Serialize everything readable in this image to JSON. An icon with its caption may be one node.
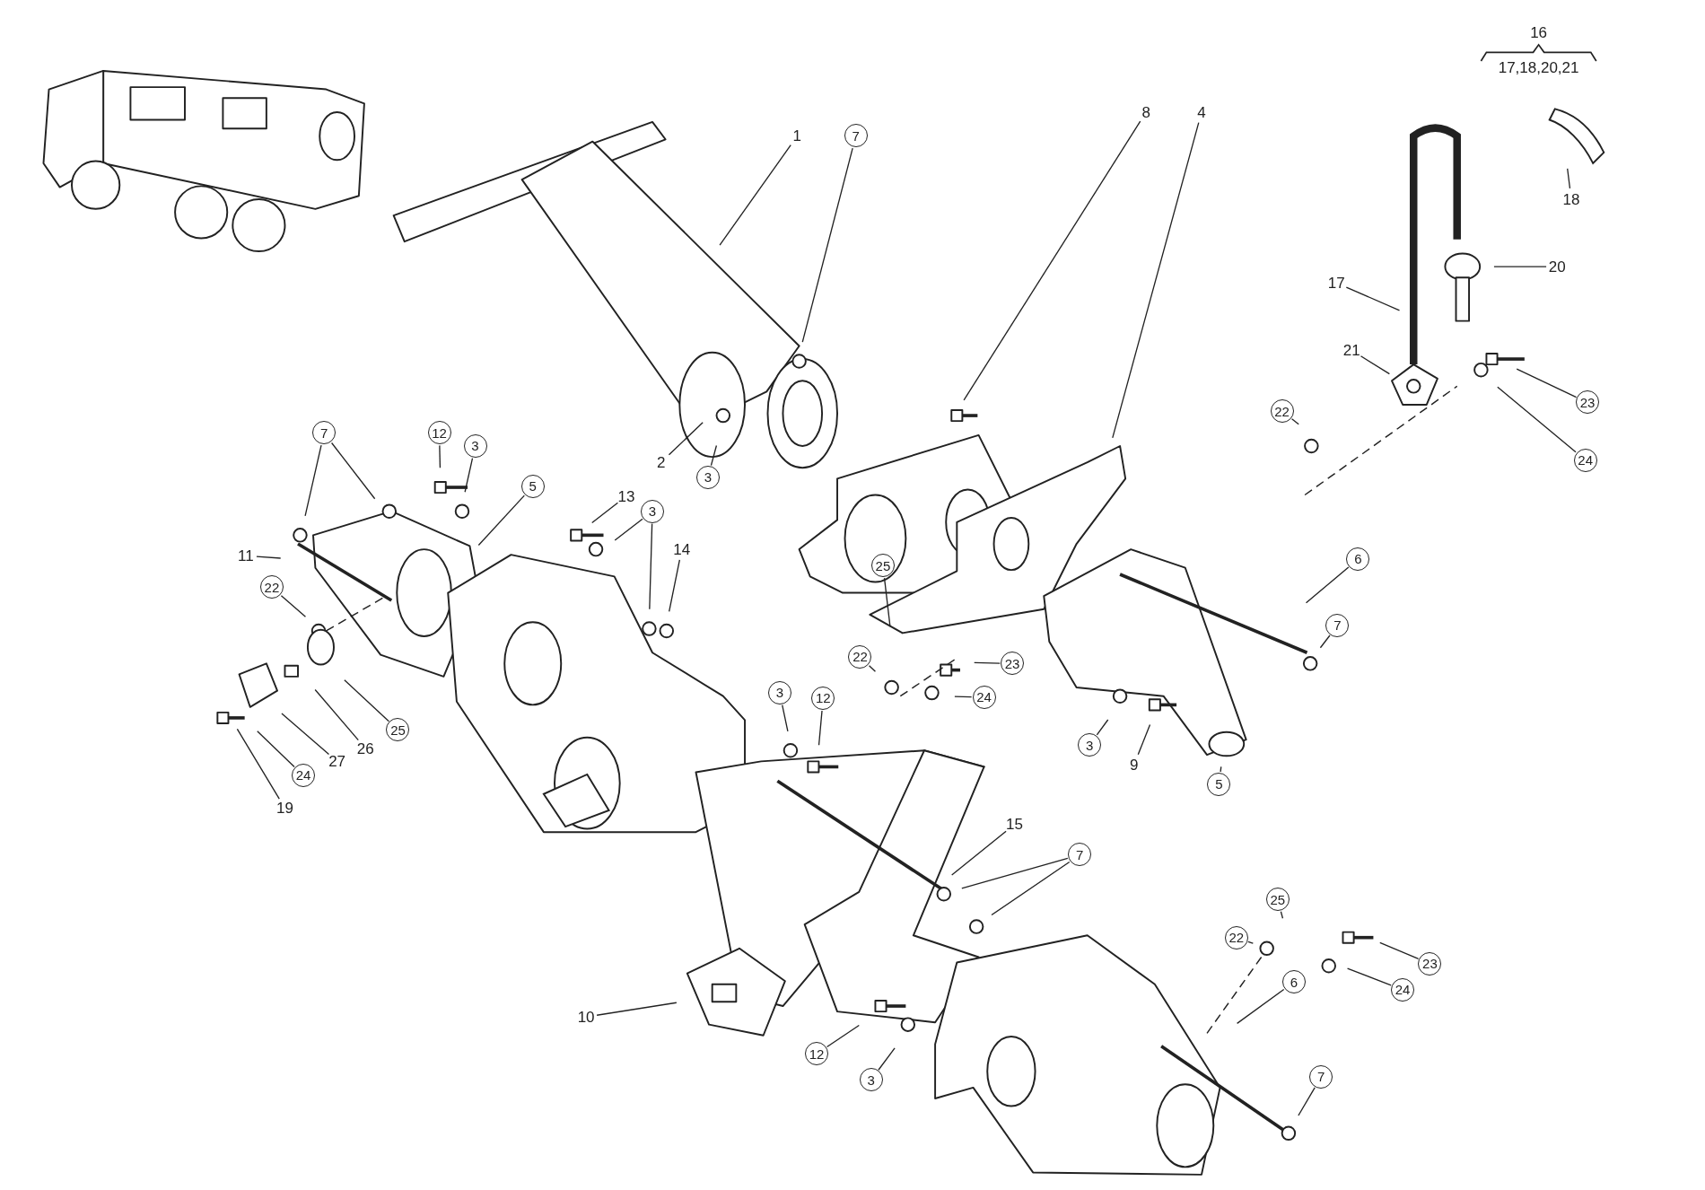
{
  "diagram": {
    "nodes": [
      {
        "text": [
          "1"
        ]
      },
      {
        "text": [
          "7"
        ]
      },
      {
        "text": [
          "8"
        ]
      },
      {
        "text": [
          "4"
        ]
      },
      {
        "text": [
          "18"
        ]
      },
      {
        "text": [
          "20"
        ]
      },
      {
        "text": [
          "17"
        ]
      },
      {
        "text": [
          "21"
        ]
      },
      {
        "text": [
          "23"
        ]
      },
      {
        "text": [
          "24"
        ]
      },
      {
        "text": [
          "22"
        ]
      },
      {
        "text": [
          "7"
        ]
      },
      {
        "text": [
          "12"
        ]
      },
      {
        "text": [
          "3"
        ]
      },
      {
        "text": [
          "5"
        ]
      },
      {
        "text": [
          "2"
        ]
      },
      {
        "text": [
          "3"
        ]
      },
      {
        "text": [
          "13"
        ]
      },
      {
        "text": [
          "3"
        ]
      },
      {
        "text": [
          "14"
        ]
      },
      {
        "text": [
          "11"
        ]
      },
      {
        "text": [
          "22"
        ]
      },
      {
        "text": [
          "6"
        ]
      },
      {
        "text": [
          "25"
        ]
      },
      {
        "text": [
          "7"
        ]
      },
      {
        "text": [
          "23"
        ]
      },
      {
        "text": [
          "22"
        ]
      },
      {
        "text": [
          "24"
        ]
      },
      {
        "text": [
          "3"
        ]
      },
      {
        "text": [
          "12"
        ]
      },
      {
        "text": [
          "25"
        ]
      },
      {
        "text": [
          "26"
        ]
      },
      {
        "text": [
          "27"
        ]
      },
      {
        "text": [
          "24"
        ]
      },
      {
        "text": [
          "19"
        ]
      },
      {
        "text": [
          "3"
        ]
      },
      {
        "text": [
          "9"
        ]
      },
      {
        "text": [
          "5"
        ]
      },
      {
        "text": [
          "15"
        ]
      },
      {
        "text": [
          "7"
        ]
      },
      {
        "text": [
          "25"
        ]
      },
      {
        "text": [
          "22"
        ]
      },
      {
        "text": [
          "23"
        ]
      },
      {
        "text": [
          "24"
        ]
      },
      {
        "text": [
          "6"
        ]
      },
      {
        "text": [
          "10"
        ]
      },
      {
        "text": [
          "12"
        ]
      },
      {
        "text": [
          "3"
        ]
      },
      {
        "text": [
          "7"
        ]
      }
    ],
    "edges": [
      {
        "from": 0,
        "to": null,
        "arrow": "none"
      },
      {
        "from": 1,
        "to": null,
        "arrow": "none"
      },
      {
        "from": 2,
        "to": null,
        "arrow": "none"
      },
      {
        "from": 3,
        "to": null,
        "arrow": "none"
      },
      {
        "from": 4,
        "to": null,
        "arrow": "none"
      },
      {
        "from": 5,
        "to": null,
        "arrow": "none"
      },
      {
        "from": 6,
        "to": null,
        "arrow": "none"
      },
      {
        "from": 7,
        "to": null,
        "arrow": "none"
      },
      {
        "from": 8,
        "to": null,
        "arrow": "none"
      },
      {
        "from": 9,
        "to": null,
        "arrow": "none"
      },
      {
        "from": 10,
        "to": null,
        "arrow": "none"
      },
      {
        "from": 11,
        "to": null,
        "arrow": "none"
      },
      {
        "from": 11,
        "to": null,
        "arrow": "none"
      },
      {
        "from": 12,
        "to": null,
        "arrow": "none"
      },
      {
        "from": 13,
        "to": null,
        "arrow": "none"
      },
      {
        "from": 14,
        "to": null,
        "arrow": "none"
      },
      {
        "from": 15,
        "to": null,
        "arrow": "none"
      },
      {
        "from": 16,
        "to": null,
        "arrow": "none"
      },
      {
        "from": 17,
        "to": null,
        "arrow": "none"
      },
      {
        "from": 18,
        "to": null,
        "arrow": "none"
      },
      {
        "from": 18,
        "to": null,
        "arrow": "none"
      },
      {
        "from": 19,
        "to": null,
        "arrow": "none"
      },
      {
        "from": 20,
        "to": null,
        "arrow": "none"
      },
      {
        "from": 21,
        "to": null,
        "arrow": "none"
      },
      {
        "from": 22,
        "to": null,
        "arrow": "none"
      },
      {
        "from": 23,
        "to": null,
        "arrow": "none"
      },
      {
        "from": 24,
        "to": null,
        "arrow": "none"
      },
      {
        "from": 25,
        "to": null,
        "arrow": "none"
      },
      {
        "from": 26,
        "to": null,
        "arrow": "none"
      },
      {
        "from": 27,
        "to": null,
        "arrow": "none"
      },
      {
        "from": 28,
        "to": null,
        "arrow": "none"
      },
      {
        "from": 29,
        "to": null,
        "arrow": "none"
      },
      {
        "from": 30,
        "to": null,
        "arrow": "none"
      },
      {
        "from": 31,
        "to": null,
        "arrow": "none"
      },
      {
        "from": 32,
        "to": null,
        "arrow": "none"
      },
      {
        "from": 33,
        "to": null,
        "arrow": "none"
      },
      {
        "from": 34,
        "to": null,
        "arrow": "none"
      },
      {
        "from": 35,
        "to": null,
        "arrow": "none"
      },
      {
        "from": 36,
        "to": null,
        "arrow": "none"
      },
      {
        "from": 37,
        "to": null,
        "arrow": "none"
      },
      {
        "from": 38,
        "to": null,
        "arrow": "none"
      },
      {
        "from": 39,
        "to": null,
        "arrow": "none"
      },
      {
        "from": 39,
        "to": null,
        "arrow": "none"
      },
      {
        "from": 40,
        "to": null,
        "arrow": "none"
      },
      {
        "from": 41,
        "to": null,
        "arrow": "none"
      },
      {
        "from": 42,
        "to": null,
        "arrow": "none"
      },
      {
        "from": 43,
        "to": null,
        "arrow": "none"
      },
      {
        "from": 44,
        "to": null,
        "arrow": "none"
      },
      {
        "from": 45,
        "to": null,
        "arrow": "none"
      },
      {
        "from": 46,
        "to": null,
        "arrow": "none"
      },
      {
        "from": 47,
        "to": null,
        "arrow": "none"
      },
      {
        "from": 48,
        "to": null,
        "arrow": "none"
      }
    ],
    "labels": [
      "16",
      "17,18,20,21"
    ]
  }
}
